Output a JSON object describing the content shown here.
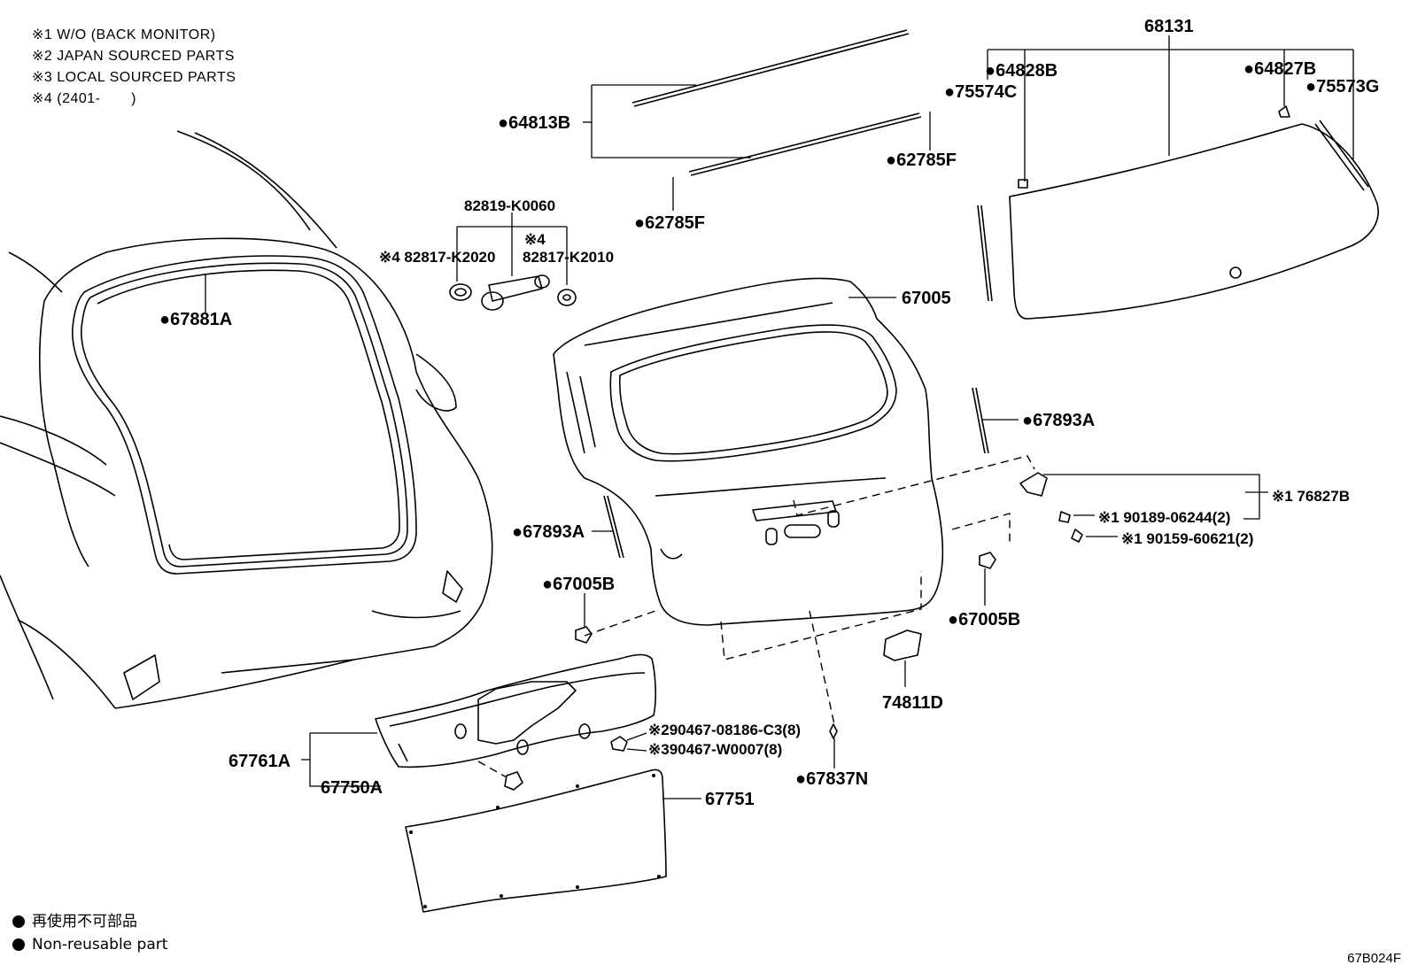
{
  "notes": [
    "※1 W/O (BACK MONITOR)",
    "※2 JAPAN SOURCED PARTS",
    "※3 LOCAL SOURCED PARTS",
    "※4 (2401-       )"
  ],
  "labels": {
    "p68131": "68131",
    "p64828B": "●64828B",
    "p64827B": "●64827B",
    "p75574C": "●75574C",
    "p75573G": "●75573G",
    "p64813B": "●64813B",
    "p62785F_a": "●62785F",
    "p62785F_b": "●62785F",
    "p82819": "82819-K0060",
    "p82817_K2020": "※4 82817-K2020",
    "p82817_K2010_note": "※4",
    "p82817_K2010": "82817-K2010",
    "p67881A": "●67881A",
    "p67005": "67005",
    "p67893A_r": "●67893A",
    "p67893A_l": "●67893A",
    "p76827B": "※1 76827B",
    "p90189": "※1 90189-06244(2)",
    "p90159": "※1 90159-60621(2)",
    "p67005B_l": "●67005B",
    "p67005B_r": "●67005B",
    "p74811D": "74811D",
    "p90467_a": "※290467-08186-C3(8)",
    "p90467_b": "※390467-W0007(8)",
    "p67837N": "●67837N",
    "p67761A": "67761A",
    "p67750A": "67750A",
    "p67751": "67751"
  },
  "legend": {
    "jp": "再使用不可部品",
    "en": "Non-reusable part"
  },
  "diagram_code": "67B024F"
}
